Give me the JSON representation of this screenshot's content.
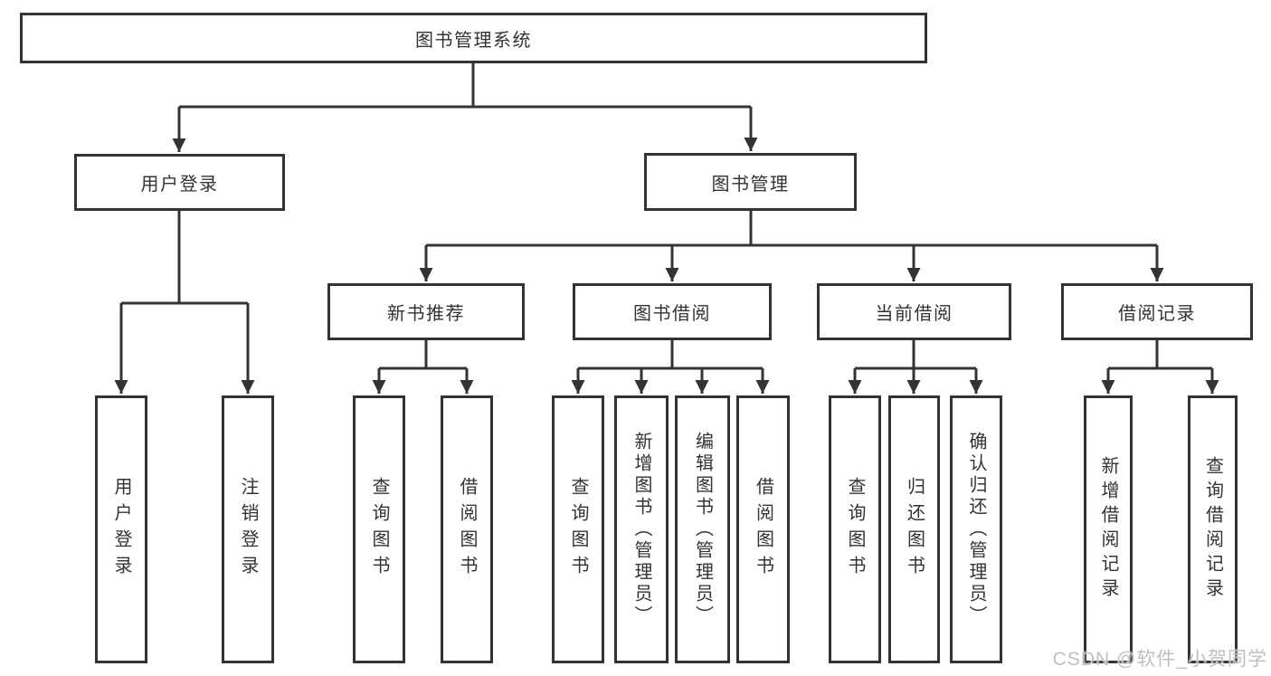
{
  "diagram": {
    "tree": {
      "label": "图书管理系统",
      "children": [
        {
          "label": "用户登录",
          "children": [
            {
              "label": "用户登录"
            },
            {
              "label": "注销登录"
            }
          ]
        },
        {
          "label": "图书管理",
          "children": [
            {
              "label": "新书推荐",
              "children": [
                {
                  "label": "查询图书"
                },
                {
                  "label": "借阅图书"
                }
              ]
            },
            {
              "label": "图书借阅",
              "children": [
                {
                  "label": "查询图书"
                },
                {
                  "label": "新增图书（管理员）"
                },
                {
                  "label": "编辑图书（管理员）"
                },
                {
                  "label": "借阅图书"
                }
              ]
            },
            {
              "label": "当前借阅",
              "children": [
                {
                  "label": "查询图书"
                },
                {
                  "label": "归还图书"
                },
                {
                  "label": "确认归还（管理员）"
                }
              ]
            },
            {
              "label": "借阅记录",
              "children": [
                {
                  "label": "新增借阅记录"
                },
                {
                  "label": "查询借阅记录"
                }
              ]
            }
          ]
        }
      ]
    },
    "colors": {
      "line": "#333333",
      "box_border": "#333333",
      "text": "#333333",
      "background": "#ffffff",
      "watermark": "#bfbfbf"
    }
  },
  "watermark": {
    "text": "CSDN @软件_小贺同学"
  }
}
